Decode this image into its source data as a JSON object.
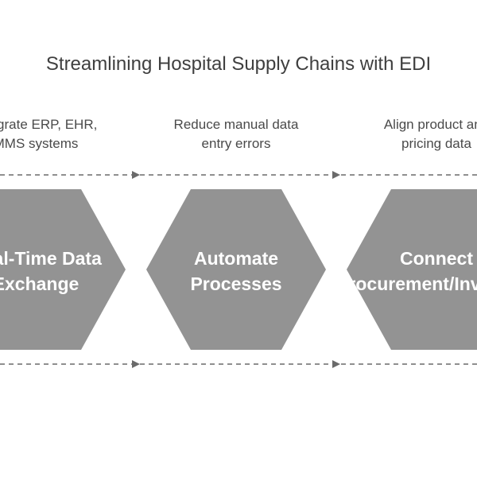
{
  "title": "Streamlining Hospital Supply Chains with EDI",
  "steps": [
    {
      "label_lines": [
        "Real-Time Data",
        "Exchange"
      ],
      "desc_lines": [
        "Integrate ERP, EHR,",
        "MMS systems"
      ]
    },
    {
      "label_lines": [
        "Automate",
        "Processes"
      ],
      "desc_lines": [
        "Reduce manual data",
        "entry errors"
      ]
    },
    {
      "label_lines": [
        "Connect",
        "Procurement/Inventory"
      ],
      "desc_lines": [
        "Align product and",
        "pricing data"
      ]
    }
  ],
  "colors": {
    "hexagon": "#939393",
    "connector": "#6a6a6a",
    "title": "#3f3f3f",
    "text": "#4a4a4a"
  }
}
